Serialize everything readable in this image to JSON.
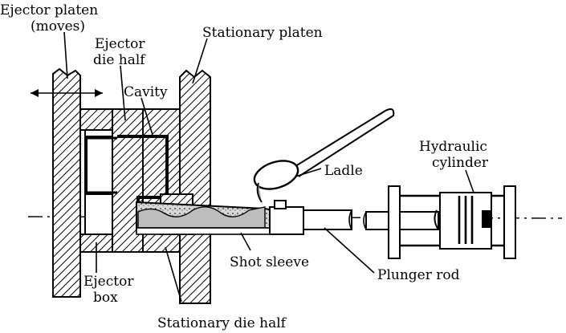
{
  "labels": {
    "ejector_platen": "Ejector platen",
    "ejector_platen_moves": "(moves)",
    "ejector_die_half_1": "Ejector",
    "ejector_die_half_2": "die half",
    "stationary_platen": "Stationary platen",
    "cavity": "Cavity",
    "hydraulic_cylinder_1": "Hydraulic",
    "hydraulic_cylinder_2": "cylinder",
    "ladle": "Ladle",
    "shot_sleeve": "Shot sleeve",
    "plunger_rod": "Plunger rod",
    "ejector_box_1": "Ejector",
    "ejector_box_2": "box",
    "stationary_die_half": "Stationary die half"
  }
}
